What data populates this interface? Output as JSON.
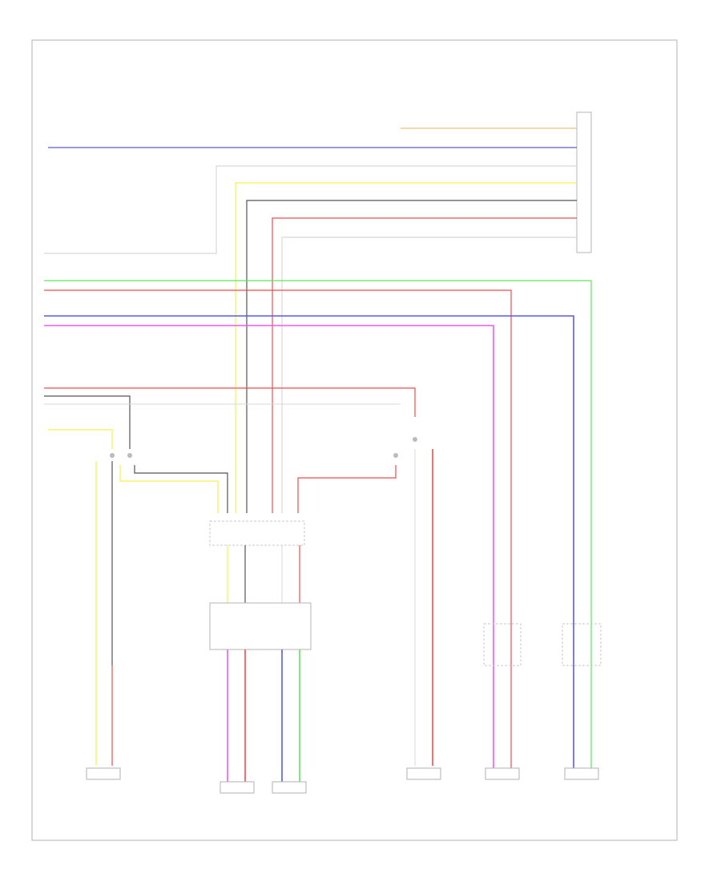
{
  "footer_code": "",
  "audio_unit": {
    "caption": ""
  },
  "connector_top_label": "",
  "connector_main_label": "",
  "amp_label": "",
  "left_door_speaker_label": "",
  "right_door_speaker_label": "",
  "speakers": [
    {
      "id": "sp1",
      "caption": ""
    },
    {
      "id": "sp2",
      "caption": ""
    },
    {
      "id": "sp3",
      "caption": ""
    },
    {
      "id": "sp4",
      "caption": ""
    },
    {
      "id": "sp5",
      "caption": ""
    },
    {
      "id": "sp6",
      "caption": ""
    }
  ],
  "wire_colors": {
    "orange": "#e8c27a",
    "blue": "#5a5ae8",
    "white": "#d8d8d8",
    "yellow": "#f2f24a",
    "black": "#555555",
    "red": "#ee4c4c",
    "green": "#5ae85a",
    "pink": "#ee5aee",
    "gray": "#aaaaaa"
  }
}
